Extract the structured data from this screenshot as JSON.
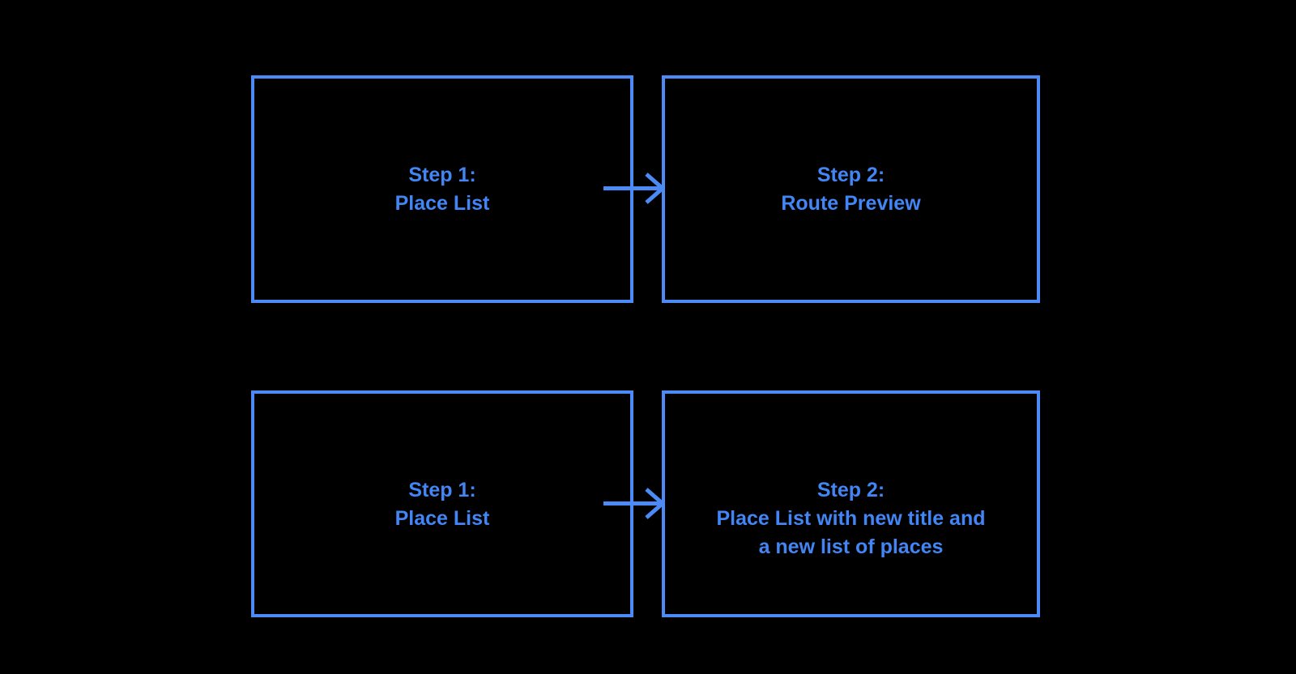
{
  "colors": {
    "background": "#000000",
    "accent": "#4C8BF5",
    "text": "#4285F4"
  },
  "icons": {
    "connector": "arrow-right-icon"
  },
  "diagram": {
    "flows": [
      {
        "from": {
          "label": "Step 1:\nPlace List"
        },
        "to": {
          "label": "Step 2:\nRoute Preview"
        }
      },
      {
        "from": {
          "label": "Step 1:\nPlace List"
        },
        "to": {
          "label": "Step 2:\nPlace List with new title and\na new list of places"
        }
      }
    ]
  }
}
